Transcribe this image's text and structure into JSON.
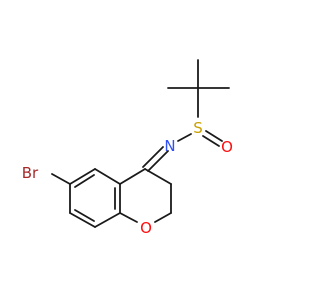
{
  "structure": {
    "atoms": {
      "bromine": {
        "symbol": "Br",
        "color": "#a52a2a"
      },
      "oxygen_ring": {
        "symbol": "O",
        "color": "#ff0d0d"
      },
      "nitrogen": {
        "symbol": "N",
        "color": "#3050f8"
      },
      "sulfur": {
        "symbol": "S",
        "color": "#c8a000"
      },
      "oxygen_sulfinyl": {
        "symbol": "O",
        "color": "#ff0d0d"
      }
    },
    "bond_color": "#1a1a1a"
  }
}
